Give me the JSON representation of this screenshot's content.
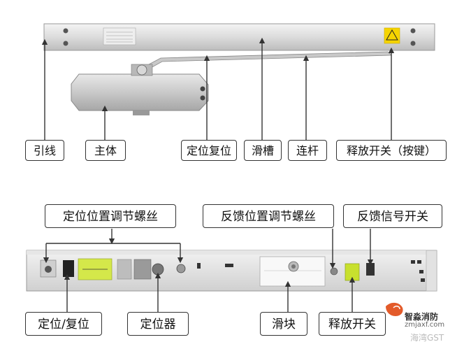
{
  "top_labels": {
    "lead_wire": "引线",
    "main_body": "主体",
    "position_reset": "定位复位",
    "slide_groove": "滑槽",
    "link_rod": "连杆",
    "release_switch_button": "释放开关（按键）"
  },
  "bottom_labels": {
    "position_screw": "定位位置调节螺丝",
    "feedback_screw": "反馈位置调节螺丝",
    "feedback_switch": "反馈信号开关",
    "pos_reset": "定位/复位",
    "locator": "定位器",
    "slider": "滑块",
    "release_switch": "释放开关"
  },
  "watermark": {
    "brand": "智淼消防",
    "site": "zmjaxf.com",
    "tagline": "海湾GST"
  }
}
